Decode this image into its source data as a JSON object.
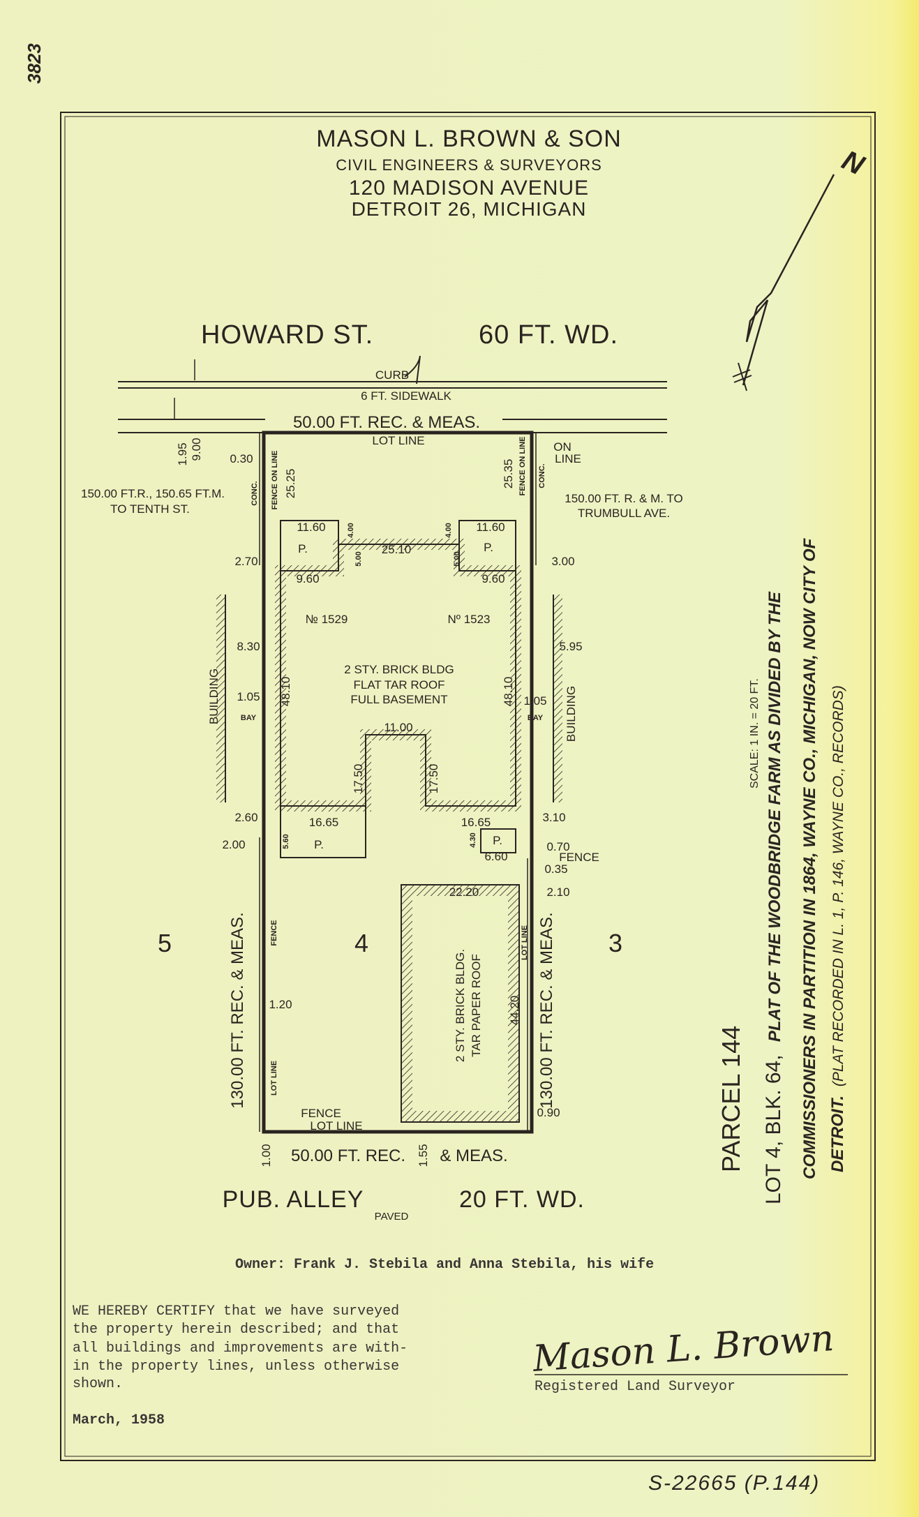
{
  "sheet_number": "3823",
  "header": {
    "firm": "MASON L. BROWN & SON",
    "profession": "CIVIL ENGINEERS & SURVEYORS",
    "address": "120 MADISON AVENUE",
    "city": "DETROIT 26, MICHIGAN"
  },
  "north_label": "N",
  "streets": {
    "front_name": "HOWARD ST.",
    "front_width": "60 FT. WD.",
    "curb": "CURB",
    "sidewalk": "6 FT. SIDEWALK",
    "front_dim": "50.00 FT. REC. & MEAS.",
    "lot_line": "LOT LINE",
    "alley_name": "PUB. ALLEY",
    "alley_width": "20 FT. WD.",
    "alley_surface": "PAVED",
    "rear_dim_1": "50.00 FT. REC.",
    "rear_dim_2": "& MEAS.",
    "to_tenth_1": "150.00 FT.R., 150.65 FT.M.",
    "to_tenth_2": "TO TENTH ST.",
    "to_trumbull_1": "150.00 FT. R. & M. TO",
    "to_trumbull_2": "TRUMBULL AVE.",
    "side_dim": "130.00 FT. REC. & MEAS."
  },
  "lots": {
    "left": "5",
    "subject": "4",
    "right": "3"
  },
  "buildings": {
    "main_line1": "2 STY. BRICK BLDG",
    "main_line2": "FLAT TAR ROOF",
    "main_line3": "FULL BASEMENT",
    "addr_left": "№ 1529",
    "addr_right": "Nº 1523",
    "rear_line1": "2 STY. BRICK BLDG.",
    "rear_line2": "TAR PAPER ROOF",
    "neighbor": "BUILDING",
    "porch": "P.",
    "bay": "BAY"
  },
  "labels": {
    "conc": "CONC.",
    "fence_on_line": "FENCE ON LINE",
    "on": "ON",
    "line": "LINE",
    "fence": "FENCE",
    "lot_line": "LOT LINE"
  },
  "dims": {
    "d195": "1.95",
    "d900": "9.00",
    "d030": "0.30",
    "d2525": "25.25",
    "d2535": "25.35",
    "d1160": "11.60",
    "d400": "4.00",
    "d2510": "25.10",
    "d500": "5.00",
    "d270": "2.70",
    "d300": "3.00",
    "d960": "9.60",
    "d830": "8.30",
    "d595": "5.95",
    "d105": "1.05",
    "d4810": "48.10",
    "d1100": "11.00",
    "d1750": "17.50",
    "d260": "2.60",
    "d1665": "16.65",
    "d310": "3.10",
    "d560": "5.60",
    "d200": "2.00",
    "d430": "4.30",
    "d660": "6.60",
    "d070": "0.70",
    "d035": "0.35",
    "d210": "2.10",
    "d2220": "22.20",
    "d4420": "44.20",
    "d120": "1.20",
    "d090": "0.90",
    "d100": "1.00",
    "d155": "1.55"
  },
  "title_block": {
    "parcel": "PARCEL 144",
    "scale": "SCALE: 1 IN. = 20 FT.",
    "legal_a": "LOT 4, BLK. 64,",
    "legal_b": "PLAT OF THE WOODBRIDGE FARM AS DIVIDED BY THE",
    "legal_c": "COMMISSIONERS IN PARTITION IN 1864, WAYNE CO., MICHIGAN, NOW CITY OF",
    "legal_d": "DETROIT.",
    "legal_e": "(PLAT RECORDED IN L. 1, P. 146, WAYNE CO., RECORDS)"
  },
  "owner": "Owner:  Frank J. Stebila and Anna Stebila, his wife",
  "certification": [
    "WE HEREBY CERTIFY that we have surveyed",
    "the property herein described; and that",
    "all buildings and improvements are with-",
    "in the property lines, unless otherwise",
    "shown."
  ],
  "date": "March, 1958",
  "signature": "Mason L. Brown",
  "signature_caption": "Registered Land Surveyor",
  "file_number": "S-22665 (P.144)"
}
